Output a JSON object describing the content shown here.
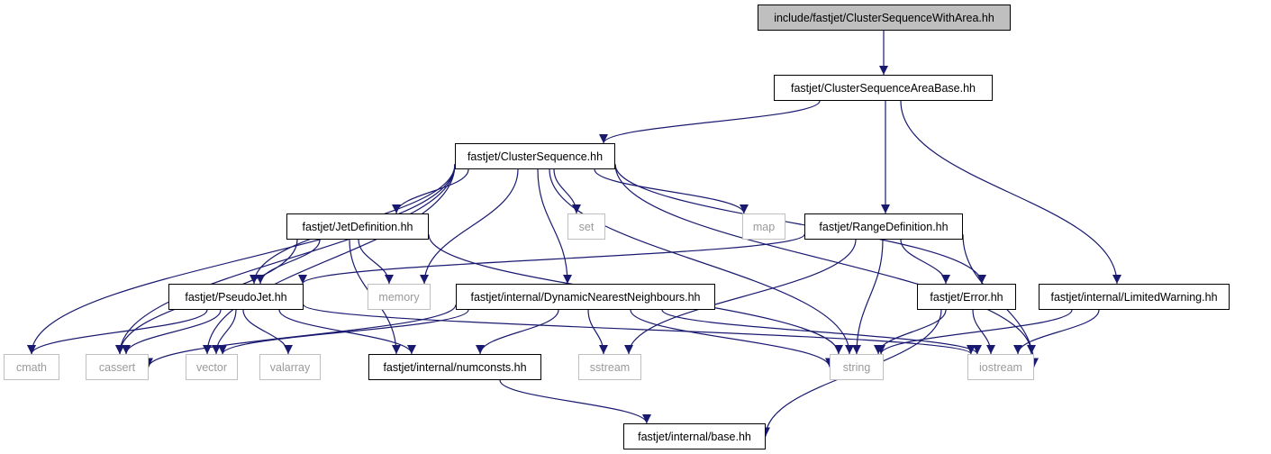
{
  "colors": {
    "edge": "#191970",
    "root_fill": "#bfbfbf",
    "internal_border": "#000000",
    "external_border": "#bfbfbf",
    "external_text": "#9a9a9a"
  },
  "nodes": [
    {
      "id": "root",
      "label": "include/fastjet/ClusterSequenceWithArea.hh",
      "kind": "root"
    },
    {
      "id": "csab",
      "label": "fastjet/ClusterSequenceAreaBase.hh",
      "kind": "internal"
    },
    {
      "id": "cs",
      "label": "fastjet/ClusterSequence.hh",
      "kind": "internal"
    },
    {
      "id": "jetdef",
      "label": "fastjet/JetDefinition.hh",
      "kind": "internal"
    },
    {
      "id": "set",
      "label": "set",
      "kind": "external"
    },
    {
      "id": "map",
      "label": "map",
      "kind": "external"
    },
    {
      "id": "rangedef",
      "label": "fastjet/RangeDefinition.hh",
      "kind": "internal"
    },
    {
      "id": "pseudojet",
      "label": "fastjet/PseudoJet.hh",
      "kind": "internal"
    },
    {
      "id": "memory",
      "label": "memory",
      "kind": "external"
    },
    {
      "id": "dnn",
      "label": "fastjet/internal/DynamicNearestNeighbours.hh",
      "kind": "internal"
    },
    {
      "id": "error",
      "label": "fastjet/Error.hh",
      "kind": "internal"
    },
    {
      "id": "limwarn",
      "label": "fastjet/internal/LimitedWarning.hh",
      "kind": "internal"
    },
    {
      "id": "cmath",
      "label": "cmath",
      "kind": "external"
    },
    {
      "id": "cassert",
      "label": "cassert",
      "kind": "external"
    },
    {
      "id": "vector",
      "label": "vector",
      "kind": "external"
    },
    {
      "id": "valarray",
      "label": "valarray",
      "kind": "external"
    },
    {
      "id": "numconsts",
      "label": "fastjet/internal/numconsts.hh",
      "kind": "internal"
    },
    {
      "id": "sstream",
      "label": "sstream",
      "kind": "external"
    },
    {
      "id": "string",
      "label": "string",
      "kind": "external"
    },
    {
      "id": "iostream",
      "label": "iostream",
      "kind": "external"
    },
    {
      "id": "base",
      "label": "fastjet/internal/base.hh",
      "kind": "internal"
    }
  ],
  "edges": [
    {
      "from": "root",
      "to": "csab"
    },
    {
      "from": "csab",
      "to": "cs"
    },
    {
      "from": "csab",
      "to": "rangedef"
    },
    {
      "from": "csab",
      "to": "limwarn"
    },
    {
      "from": "cs",
      "to": "jetdef"
    },
    {
      "from": "cs",
      "to": "set"
    },
    {
      "from": "cs",
      "to": "map"
    },
    {
      "from": "cs",
      "to": "pseudojet"
    },
    {
      "from": "cs",
      "to": "memory"
    },
    {
      "from": "cs",
      "to": "dnn"
    },
    {
      "from": "cs",
      "to": "error"
    },
    {
      "from": "cs",
      "to": "cmath"
    },
    {
      "from": "cs",
      "to": "cassert"
    },
    {
      "from": "cs",
      "to": "vector"
    },
    {
      "from": "cs",
      "to": "string"
    },
    {
      "from": "cs",
      "to": "iostream"
    },
    {
      "from": "jetdef",
      "to": "pseudojet"
    },
    {
      "from": "jetdef",
      "to": "memory"
    },
    {
      "from": "jetdef",
      "to": "cassert"
    },
    {
      "from": "jetdef",
      "to": "numconsts"
    },
    {
      "from": "jetdef",
      "to": "string"
    },
    {
      "from": "rangedef",
      "to": "pseudojet"
    },
    {
      "from": "rangedef",
      "to": "error"
    },
    {
      "from": "rangedef",
      "to": "sstream"
    },
    {
      "from": "rangedef",
      "to": "string"
    },
    {
      "from": "rangedef",
      "to": "iostream"
    },
    {
      "from": "pseudojet",
      "to": "cmath"
    },
    {
      "from": "pseudojet",
      "to": "cassert"
    },
    {
      "from": "pseudojet",
      "to": "vector"
    },
    {
      "from": "pseudojet",
      "to": "valarray"
    },
    {
      "from": "pseudojet",
      "to": "numconsts"
    },
    {
      "from": "pseudojet",
      "to": "iostream"
    },
    {
      "from": "dnn",
      "to": "cassert"
    },
    {
      "from": "dnn",
      "to": "vector"
    },
    {
      "from": "dnn",
      "to": "numconsts"
    },
    {
      "from": "dnn",
      "to": "sstream"
    },
    {
      "from": "dnn",
      "to": "string"
    },
    {
      "from": "dnn",
      "to": "iostream"
    },
    {
      "from": "error",
      "to": "string"
    },
    {
      "from": "error",
      "to": "iostream"
    },
    {
      "from": "error",
      "to": "base"
    },
    {
      "from": "limwarn",
      "to": "string"
    },
    {
      "from": "limwarn",
      "to": "iostream"
    },
    {
      "from": "numconsts",
      "to": "base"
    }
  ]
}
